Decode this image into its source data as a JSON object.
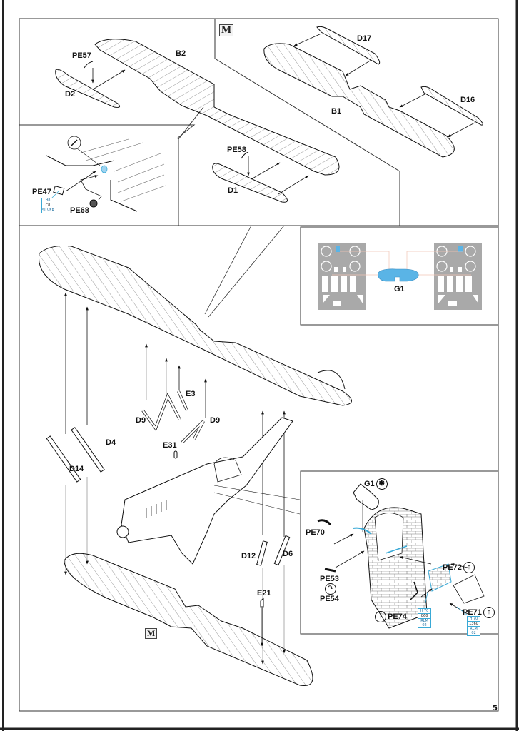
{
  "page": {
    "page_number": "5",
    "option_marker": "M"
  },
  "panels": {
    "top_left": {
      "labels": {
        "pe57": "PE57",
        "b2": "B2",
        "d2": "D2",
        "pe58": "PE58",
        "d1": "D1"
      }
    },
    "top_right": {
      "marker": "M",
      "labels": {
        "d17": "D17",
        "b1": "B1",
        "d16": "D16"
      }
    },
    "detail_left": {
      "labels": {
        "pe47": "PE47",
        "pe68": "PE68"
      },
      "paint_callout": {
        "code_top": "H8",
        "code_mid": "C8",
        "code_bottom": "SILVER"
      }
    },
    "mask_sheet": {
      "labels": {
        "g1": "G1"
      },
      "accent_color": "#5ab4e6",
      "sheet_color": "#a9a9a9"
    },
    "main_assembly": {
      "labels": {
        "d9_left": "D9",
        "e3": "E3",
        "d9_right": "D9",
        "e31": "E31",
        "d4": "D4",
        "d14": "D14",
        "d12": "D12",
        "d6": "D6",
        "e21": "E21"
      },
      "marker": "M"
    },
    "cockpit_detail": {
      "labels": {
        "g1": "G1",
        "pe70": "PE70",
        "pe53": "PE53",
        "pe54": "PE54",
        "pe72": "PE72",
        "pe71": "PE71",
        "pe74": "PE74"
      },
      "symbols": {
        "g1": "clear-part-star-icon",
        "pe54": "flip-arrow-icon",
        "pe72": "bend-up-arrow-icon",
        "pe71": "bend-up-arrow-icon",
        "pe74": "bend-up-arrow-icon"
      },
      "paint_callouts": [
        {
          "code_top": "H 70",
          "code_mid": "C60",
          "code_bottom": "RLM 02"
        },
        {
          "code_top": "H 70",
          "code_mid": "1360",
          "code_bottom": "RLM 02"
        }
      ]
    }
  }
}
